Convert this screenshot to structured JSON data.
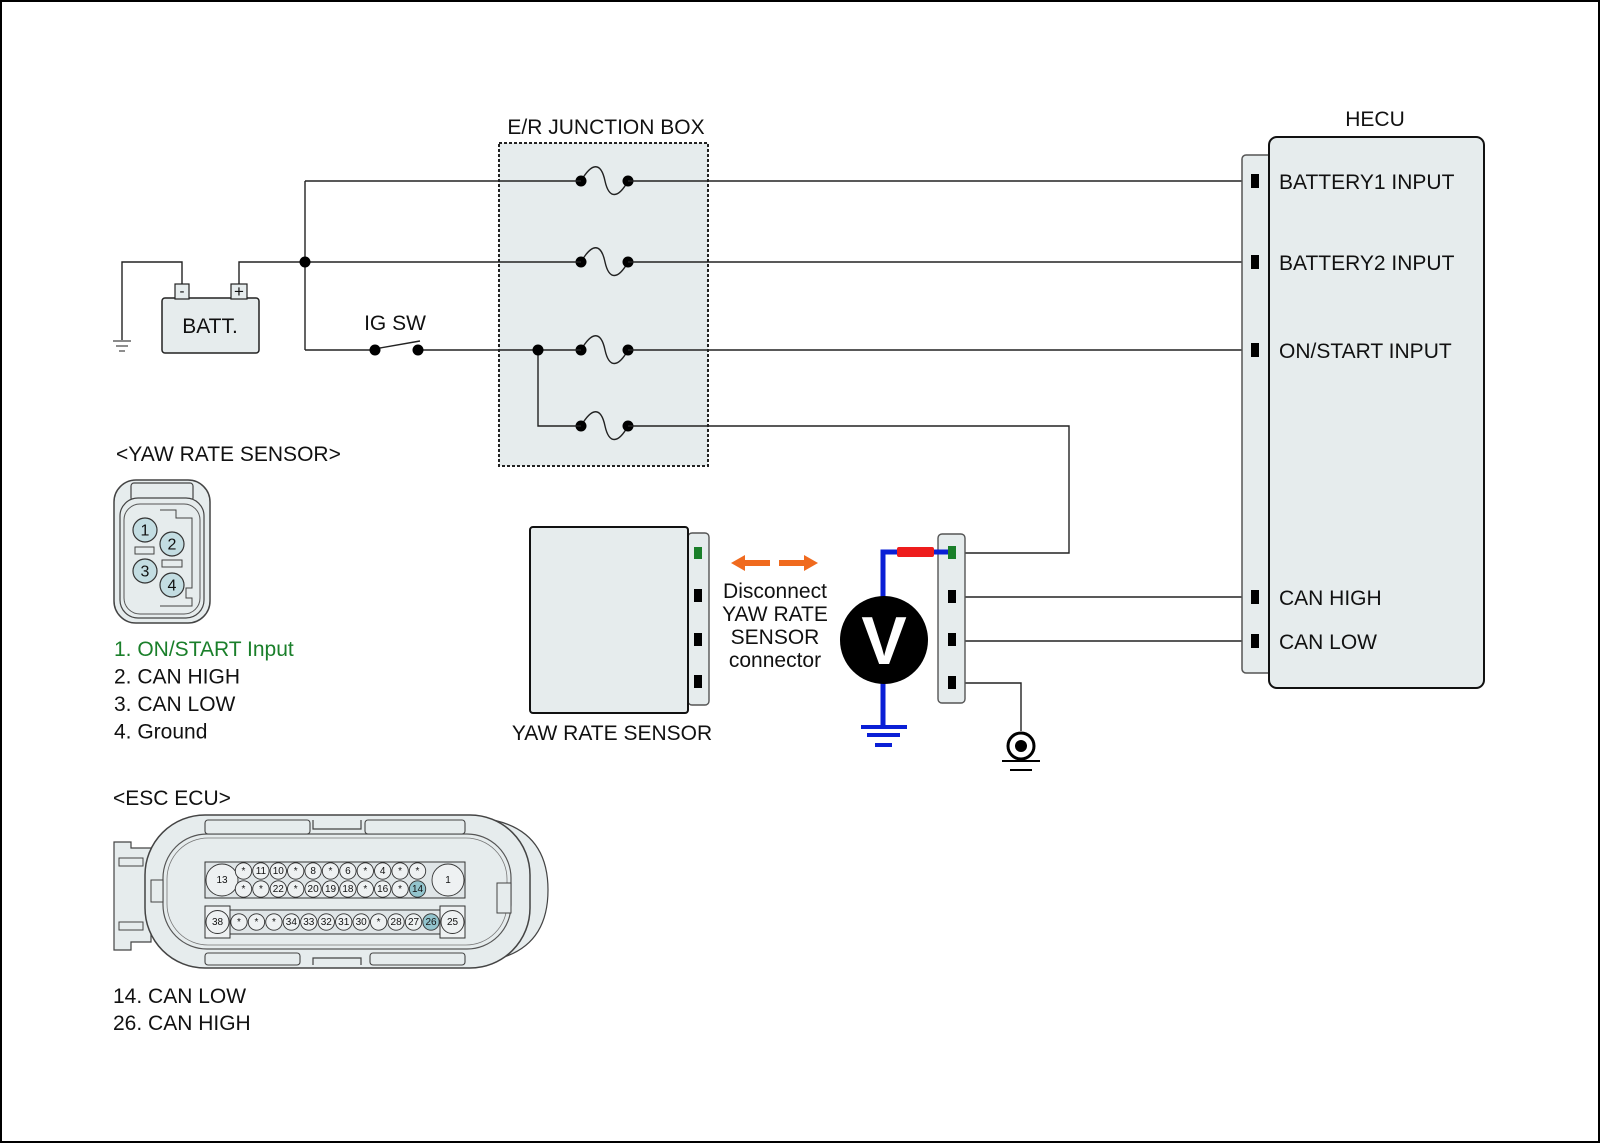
{
  "colors": {
    "panel_fill": "#e6eced",
    "pin_fill": "#c3dde2",
    "highlight_pin": "#93c4cd",
    "green": "#1a7f2a",
    "red": "#ee1c1c",
    "blue": "#0a1fd6",
    "orange": "#f06a1e"
  },
  "junction_box": {
    "title": "E/R JUNCTION BOX"
  },
  "battery": {
    "label": "BATT.",
    "neg": "-",
    "pos": "+"
  },
  "ig_switch": {
    "label": "IG SW"
  },
  "hecu": {
    "title": "HECU",
    "pins": [
      "BATTERY1 INPUT",
      "BATTERY2 INPUT",
      "ON/START INPUT",
      "CAN HIGH",
      "CAN LOW"
    ]
  },
  "yaw_sensor_connector": {
    "title": "<YAW RATE SENSOR>",
    "pins": [
      "1",
      "2",
      "3",
      "4"
    ],
    "legend": [
      "1. ON/START Input",
      "2. CAN HIGH",
      "3. CAN LOW",
      "4. Ground"
    ]
  },
  "yaw_sensor": {
    "label": "YAW RATE SENSOR"
  },
  "instruction": {
    "lines": [
      "Disconnect",
      "YAW RATE",
      "SENSOR",
      "connector"
    ]
  },
  "voltmeter": {
    "symbol": "V"
  },
  "esc_ecu": {
    "title": "<ESC ECU>",
    "row1_left": "13",
    "row1_right": "1",
    "row1_top": [
      "*",
      "11",
      "10",
      "*",
      "8",
      "*",
      "6",
      "*",
      "4",
      "*",
      "*"
    ],
    "row1_bottom": [
      "*",
      "*",
      "22",
      "*",
      "20",
      "19",
      "18",
      "*",
      "16",
      "*",
      "14"
    ],
    "row2_left": "38",
    "row2_right": "25",
    "row2": [
      "*",
      "*",
      "*",
      "34",
      "33",
      "32",
      "31",
      "30",
      "*",
      "28",
      "27",
      "26"
    ],
    "highlighted": [
      "14",
      "26"
    ],
    "legend": [
      "14. CAN LOW",
      "26. CAN HIGH"
    ]
  }
}
